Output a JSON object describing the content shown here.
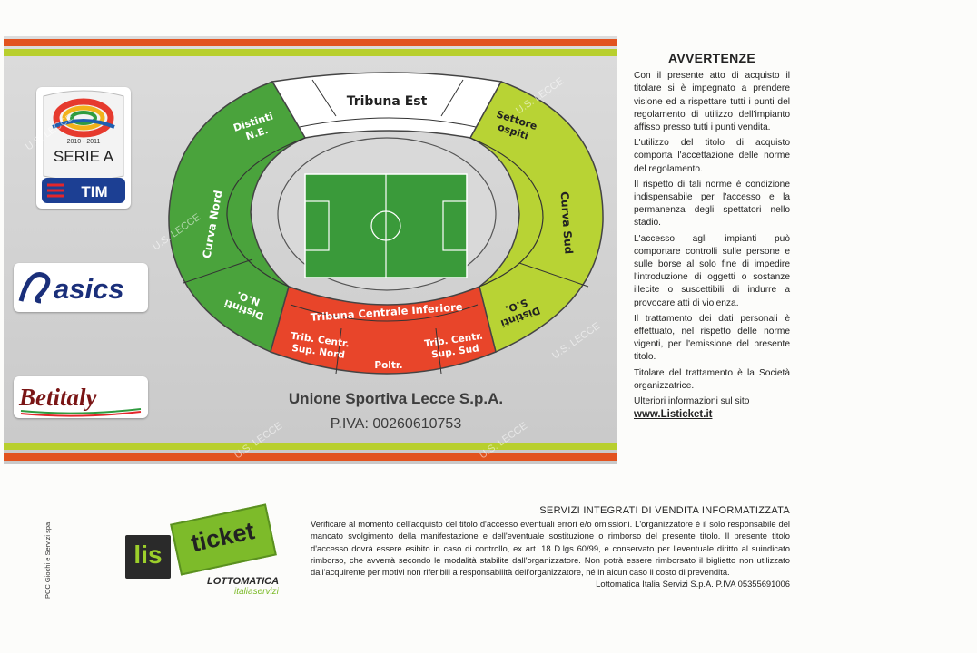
{
  "stadium_card": {
    "sections": {
      "tribuna_est": "Tribuna Est",
      "distinti_ne_line1": "Distinti",
      "distinti_ne_line2": "N.E.",
      "settore_ospiti_line1": "Settore",
      "settore_ospiti_line2": "ospiti",
      "curva_nord": "Curva Nord",
      "curva_sud": "Curva Sud",
      "distinti_no_line1": "Distinti",
      "distinti_no_line2": "N.O.",
      "distinti_so_line1": "Distinti",
      "distinti_so_line2": "S.O.",
      "tribuna_centrale_inferiore": "Tribuna Centrale Inferiore",
      "trib_sup_nord_line1": "Trib. Centr.",
      "trib_sup_nord_line2": "Sup. Nord",
      "poltr": "Poltr.",
      "trib_sup_sud_line1": "Trib. Centr.",
      "trib_sup_sud_line2": "Sup. Sud"
    },
    "club_name": "Unione Sportiva Lecce S.p.A.",
    "piva": "P.IVA: 00260610753",
    "watermark": "U.S. LECCE",
    "serie_a_season": "2010 - 2011",
    "serie_a_text": "SERIE A",
    "tim_text": "TIM",
    "asics_text": "asics",
    "betitaly_text": "Betitaly"
  },
  "avvertenze": {
    "title": "AVVERTENZE",
    "p1": "Con il presente atto di acquisto il titolare si è impegnato a prendere visione ed a rispettare tutti i punti del regolamento di utilizzo dell'impianto affisso presso tutti i punti vendita.",
    "p2": "L'utilizzo del titolo di acquisto comporta l'accettazione delle norme del regolamento.",
    "p3": "Il rispetto di tali norme è condizione indispensabile per l'accesso e la permanenza degli spettatori nello stadio.",
    "p4": "L'accesso agli impianti può comportare controlli sulle persone e sulle borse al solo fine di impedire l'introduzione di oggetti o sostanze illecite o suscettibili di indurre a provocare atti di violenza.",
    "p5": "Il trattamento dei dati personali è effettuato, nel rispetto delle norme vigenti, per l'emissione del presente titolo.",
    "p6": "Titolare del trattamento è la Società organizzatrice.",
    "p7": "Ulteriori informazioni sul sito",
    "url": "www.Listicket.it"
  },
  "servizi": {
    "title": "SERVIZI INTEGRATI DI VENDITA INFORMATIZZATA",
    "body": "Verificare al momento dell'acquisto del titolo d'accesso eventuali errori e/o omissioni. L'organizzatore è il solo responsabile del mancato svolgimento della manifestazione e dell'eventuale sostituzione o rimborso del presente titolo. Il presente titolo d'accesso dovrà essere esibito in caso di controllo, ex art. 18 D.lgs 60/99, e conservato per l'eventuale diritto al suindicato rimborso, che avverrà secondo le modalità stabilite dall'organizzatore. Non potrà essere rimborsato il biglietto non utilizzato dall'acquirente per motivi non riferibili a responsabilità dell'organizzatore, né in alcun caso il costo di prevendita.",
    "footer": "Lottomatica Italia Servizi S.p.A. P.IVA 05355691006"
  },
  "listicket_logo": {
    "lis": "lis",
    "ticket": "ticket",
    "lottomatica": "LOTTOMATICA",
    "italiaservizi": "italiaservizi"
  },
  "vertical_note": "PCC Giochi e Servizi spa",
  "colors": {
    "green_dark": "#4aa33c",
    "green_light": "#b8d334",
    "red": "#e8452a",
    "stripe_red": "#e2531f",
    "stripe_green": "#b8cf2e",
    "pitch": "#3a9a3a"
  }
}
